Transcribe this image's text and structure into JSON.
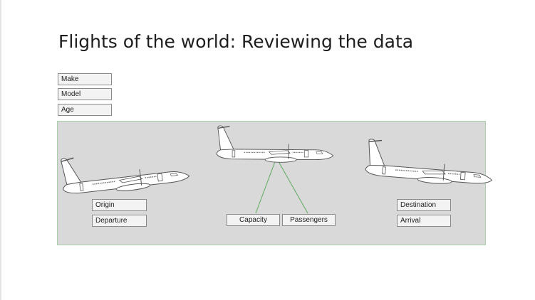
{
  "title": "Flights of the world: Reviewing the data",
  "aircraft_fields": [
    "Make",
    "Model",
    "Age"
  ],
  "left_fields": [
    "Origin",
    "Departure"
  ],
  "middle_fields": [
    "Capacity",
    "Passengers"
  ],
  "right_fields": [
    "Destination",
    "Arrival"
  ],
  "colors": {
    "panel_background": "#d9d9d9",
    "panel_border": "#a8cfa8",
    "connector_line": "#5faa5f",
    "tag_border": "#8a8a8a"
  },
  "icons": [
    "airplane-icon"
  ]
}
